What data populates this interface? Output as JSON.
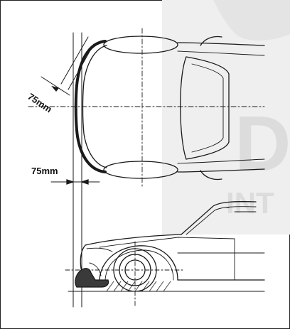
{
  "dimensions": {
    "diagonal_label": "75mm",
    "horizontal_label": "75mm"
  },
  "watermark": {
    "large_letter": "D",
    "small_text": "INT"
  },
  "colors": {
    "line": "#1a1a1a",
    "watermark": "#dcdcdc"
  }
}
